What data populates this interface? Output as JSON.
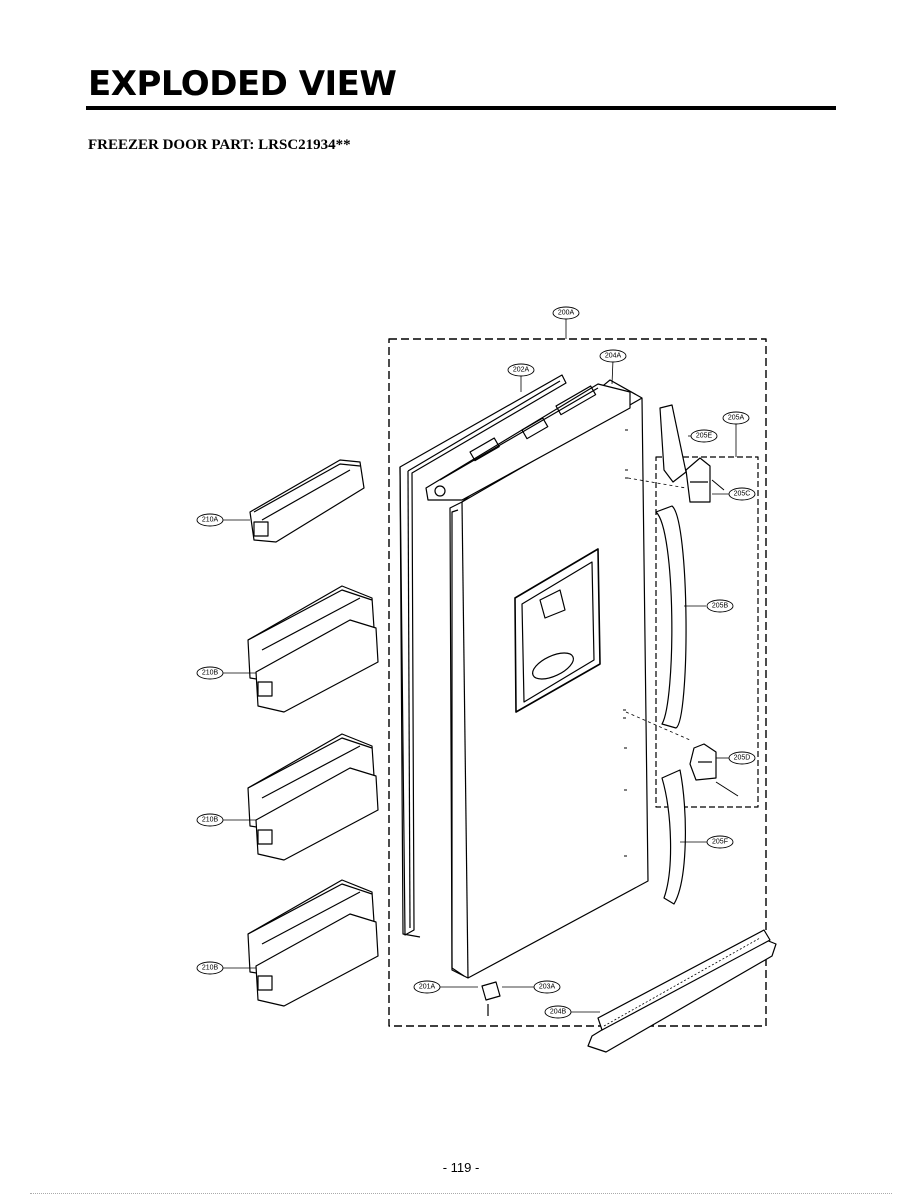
{
  "header": {
    "title": "EXPLODED VIEW",
    "subtitle": "FREEZER DOOR PART: LRSC21934**"
  },
  "callouts": {
    "c200A": "200A",
    "c202A": "202A",
    "c204A": "204A",
    "c205A": "205A",
    "c205E": "205E",
    "c205C": "205C",
    "c205B": "205B",
    "c205D": "205D",
    "c205F": "205F",
    "c210A": "210A",
    "c210B_1": "210B",
    "c210B_2": "210B",
    "c210B_3": "210B",
    "c201A": "201A",
    "c203A": "203A",
    "c204B": "204B"
  },
  "footer": {
    "page_number": "- 119 -"
  }
}
